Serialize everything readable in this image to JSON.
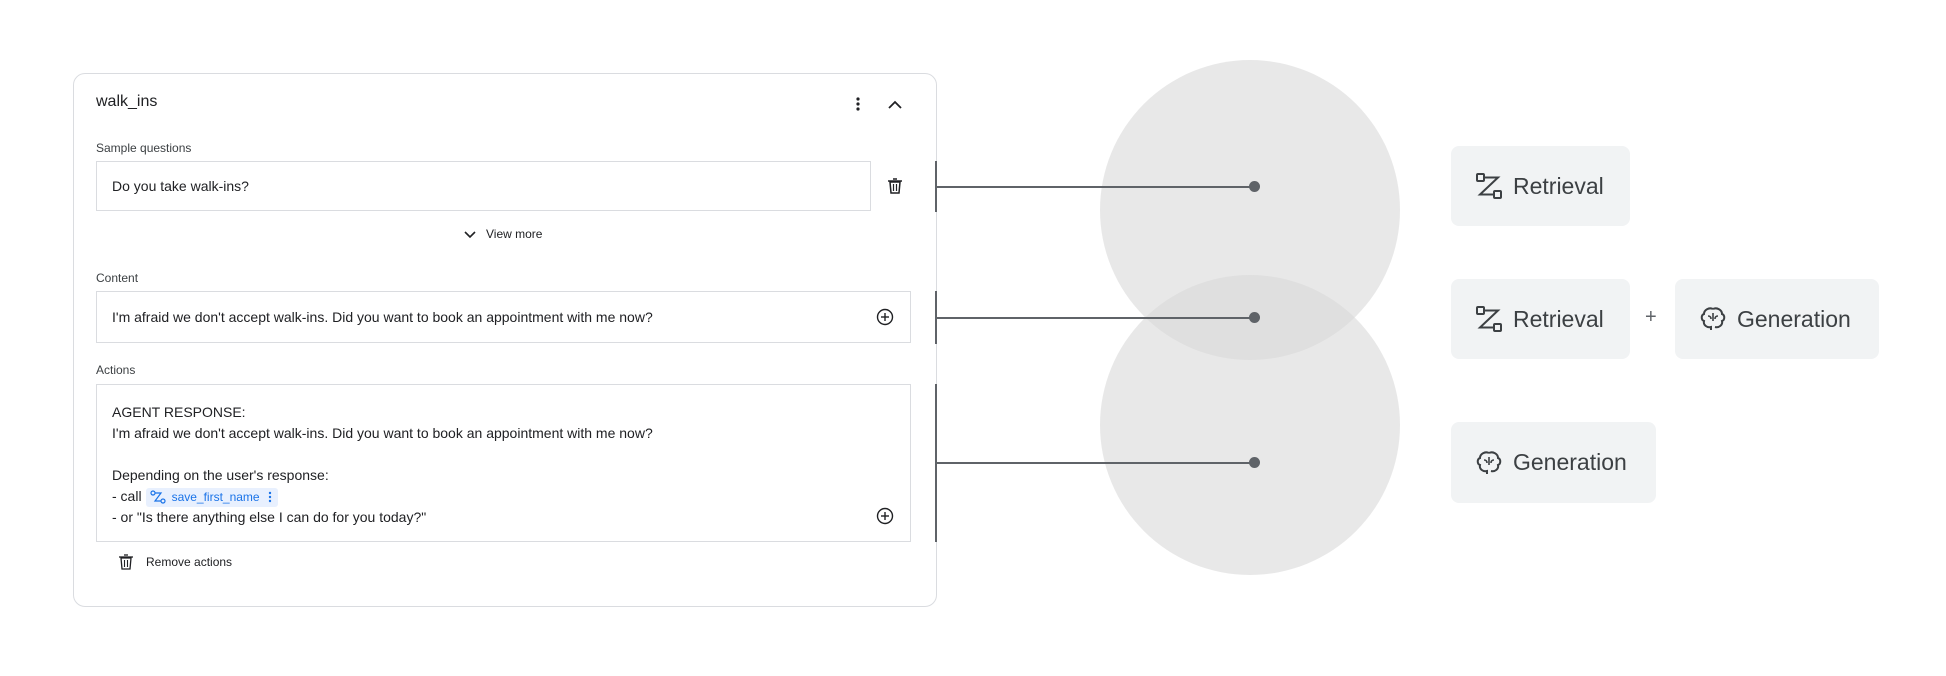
{
  "card": {
    "title": "walk_ins",
    "sample_questions_label": "Sample questions",
    "sample_question": "Do you take walk-ins?",
    "view_more": "View more",
    "content_label": "Content",
    "content_text": "I'm afraid we don't accept walk-ins. Did you want to book an appointment with me now?",
    "actions_label": "Actions",
    "actions_line1": "AGENT RESPONSE:",
    "actions_line2": "I'm afraid we don't accept walk-ins. Did you want to book an appointment with me now?",
    "actions_line3": "Depending on the user's response:",
    "actions_line4_prefix": "- call",
    "actions_chip": "save_first_name",
    "actions_line5": "- or \"Is there anything else I can do for you today?\"",
    "remove_actions": "Remove actions"
  },
  "pills": {
    "retrieval_1": "Retrieval",
    "retrieval_2": "Retrieval",
    "plus": "+",
    "generation_1": "Generation",
    "generation_2": "Generation"
  },
  "icons": [
    "more-vert-icon",
    "chevron-up-icon",
    "trash-icon",
    "chevron-down-icon",
    "add-circle-icon",
    "flow-icon",
    "brain-icon"
  ],
  "colors": {
    "circle_fill": "#e8e8e8",
    "connector": "#5f6368",
    "chip_bg": "#e8f0fe",
    "chip_text": "#1a73e8",
    "pill_bg": "#f1f3f4"
  }
}
